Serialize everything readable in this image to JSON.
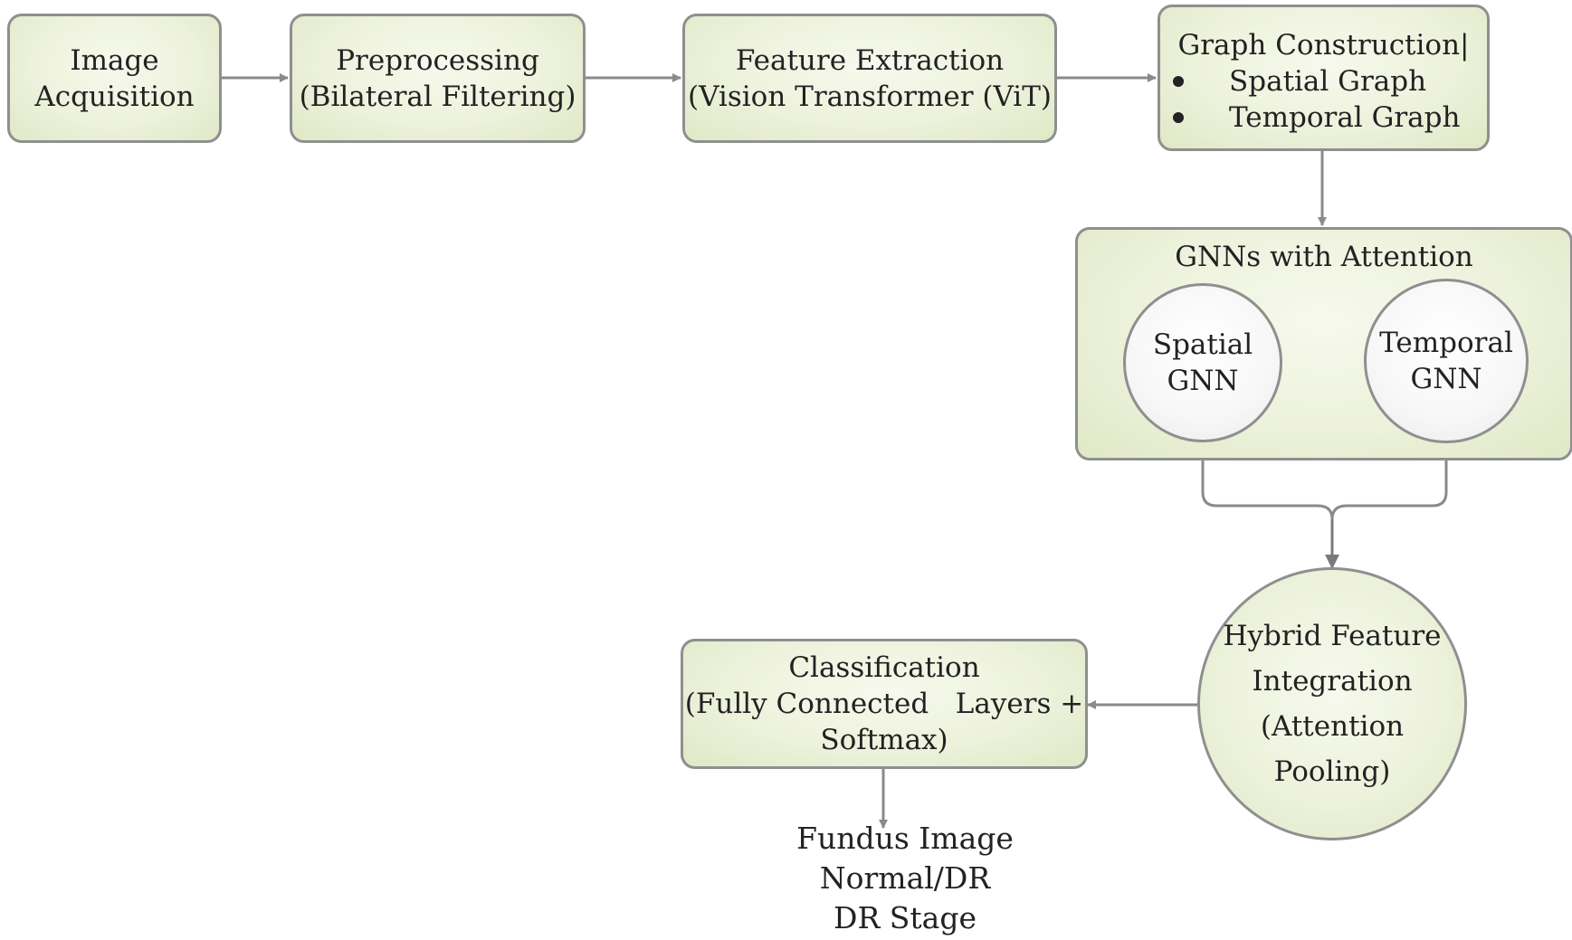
{
  "nodes": {
    "acquisition": {
      "lines": [
        "Image",
        "Acquisition"
      ]
    },
    "preprocessing": {
      "lines": [
        "Preprocessing",
        "(Bilateral Filtering)"
      ]
    },
    "feature_extraction": {
      "lines": [
        "Feature Extraction",
        "(Vision Transformer (ViT)"
      ]
    },
    "graph_construction": {
      "title": "Graph Construction|",
      "bullets": [
        "Spatial Graph",
        "Temporal Graph"
      ]
    },
    "gnn_attention": {
      "title": "GNNs with Attention"
    },
    "spatial_gnn": {
      "lines": [
        "Spatial",
        "GNN"
      ]
    },
    "temporal_gnn": {
      "lines": [
        "Temporal",
        "GNN"
      ]
    },
    "hybrid": {
      "lines": [
        "Hybrid Feature",
        "Integration",
        "(Attention Pooling)"
      ]
    },
    "classification": {
      "lines": [
        "Classification",
        "(Fully Connected   Layers +",
        "Softmax)"
      ]
    },
    "output": {
      "lines": [
        "Fundus Image",
        "Normal/DR",
        "DR Stage"
      ]
    }
  },
  "colors": {
    "border": "#8f8f8f",
    "box_fill": "#edf2dc",
    "arrow": "#8a8a8a",
    "text": "#222222"
  }
}
